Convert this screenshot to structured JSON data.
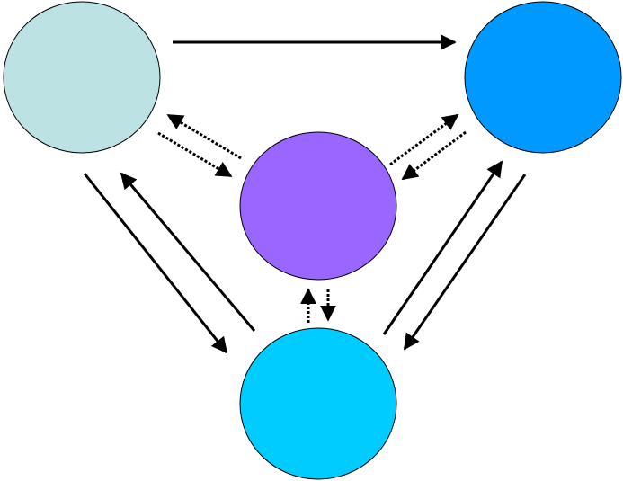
{
  "diagram": {
    "background": "#ffffff",
    "stroke_color": "#000000",
    "nodes": [
      {
        "id": "top-left",
        "fill": "#bde2e4"
      },
      {
        "id": "top-right",
        "fill": "#0099ff"
      },
      {
        "id": "center",
        "fill": "#9966ff"
      },
      {
        "id": "bottom",
        "fill": "#00ccff"
      }
    ],
    "edges": [
      {
        "from": "top-left",
        "to": "top-right",
        "style": "solid"
      },
      {
        "from": "center",
        "to": "top-left",
        "style": "dotted"
      },
      {
        "from": "top-left",
        "to": "center",
        "style": "dotted"
      },
      {
        "from": "center",
        "to": "top-right",
        "style": "dotted"
      },
      {
        "from": "top-right",
        "to": "center",
        "style": "dotted"
      },
      {
        "from": "top-left",
        "to": "bottom",
        "style": "solid"
      },
      {
        "from": "bottom",
        "to": "top-left",
        "style": "solid"
      },
      {
        "from": "bottom",
        "to": "top-right",
        "style": "solid"
      },
      {
        "from": "top-right",
        "to": "bottom",
        "style": "solid"
      },
      {
        "from": "bottom",
        "to": "center",
        "style": "dotted"
      },
      {
        "from": "center",
        "to": "bottom",
        "style": "dotted"
      }
    ]
  }
}
